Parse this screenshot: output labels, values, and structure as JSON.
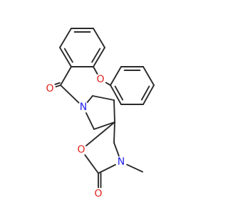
{
  "molecule": {
    "colors": {
      "bond": "#2a2a2a",
      "O": "#e0241c",
      "N": "#2222ee",
      "background": "#ffffff"
    },
    "atoms": [
      {
        "id": "o_carbonyl_top",
        "label": "O",
        "element": "O"
      },
      {
        "id": "o_ether",
        "label": "O",
        "element": "O"
      },
      {
        "id": "n_pyrrolidine",
        "label": "N",
        "element": "N"
      },
      {
        "id": "o_ring",
        "label": "O",
        "element": "O"
      },
      {
        "id": "n_oxazolidinone",
        "label": "N",
        "element": "N"
      },
      {
        "id": "o_carbonyl_bottom",
        "label": "O",
        "element": "O"
      }
    ]
  }
}
